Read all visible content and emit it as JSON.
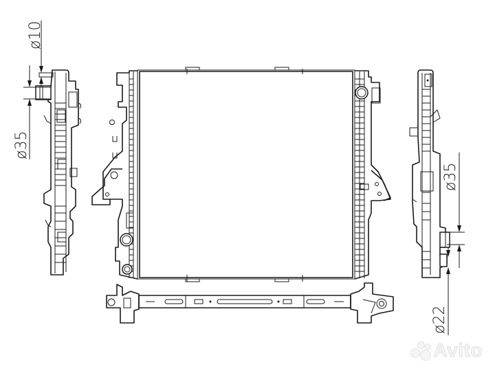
{
  "drawing": {
    "subject": "radiator technical drawing",
    "views": [
      "left-side-view",
      "front-view",
      "right-side-view",
      "bottom-view"
    ],
    "line_color": "#1a1a1a",
    "background": "#ffffff"
  },
  "dimensions": {
    "left_top_pipe": "ø10",
    "left_inlet": "ø35",
    "right_outlet": "ø35",
    "right_small_pipe": "ø22"
  },
  "watermark": {
    "text": "Avito"
  }
}
